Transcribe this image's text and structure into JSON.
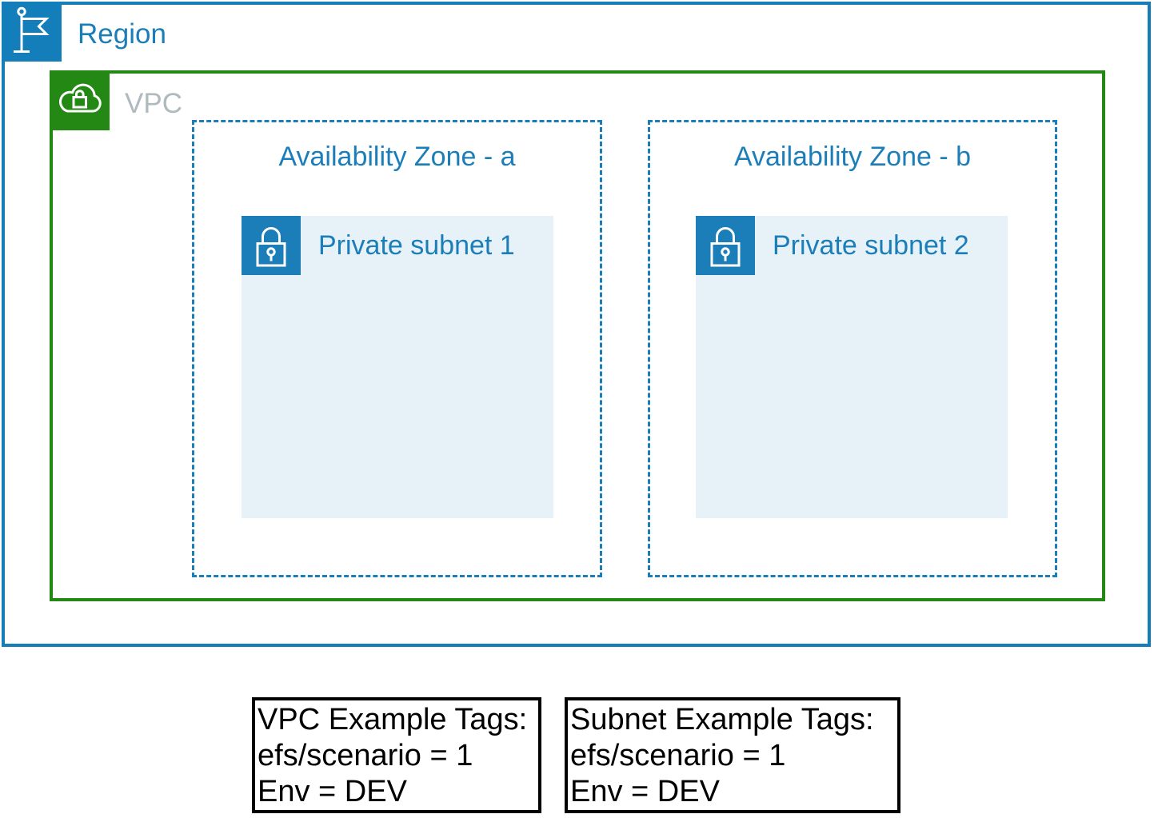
{
  "region": {
    "label": "Region",
    "icon": "flag-icon"
  },
  "vpc": {
    "label": "VPC",
    "icon": "cloud-lock-icon"
  },
  "availability_zones": [
    {
      "label": "Availability Zone - a",
      "subnet": {
        "label": "Private subnet 1",
        "icon": "padlock-icon"
      }
    },
    {
      "label": "Availability Zone - b",
      "subnet": {
        "label": "Private subnet 2",
        "icon": "padlock-icon"
      }
    }
  ],
  "tag_boxes": [
    {
      "lines": [
        "VPC Example Tags:",
        "efs/scenario = 1",
        "Env = DEV"
      ]
    },
    {
      "lines": [
        "Subnet Example Tags:",
        "efs/scenario = 1",
        "Env = DEV"
      ]
    }
  ],
  "colors": {
    "region_blue": "#147EBA",
    "vpc_green": "#248814",
    "subnet_fill": "#E7F1F8",
    "vpc_label_gray": "#AFBABE",
    "note_border": "#000000"
  }
}
